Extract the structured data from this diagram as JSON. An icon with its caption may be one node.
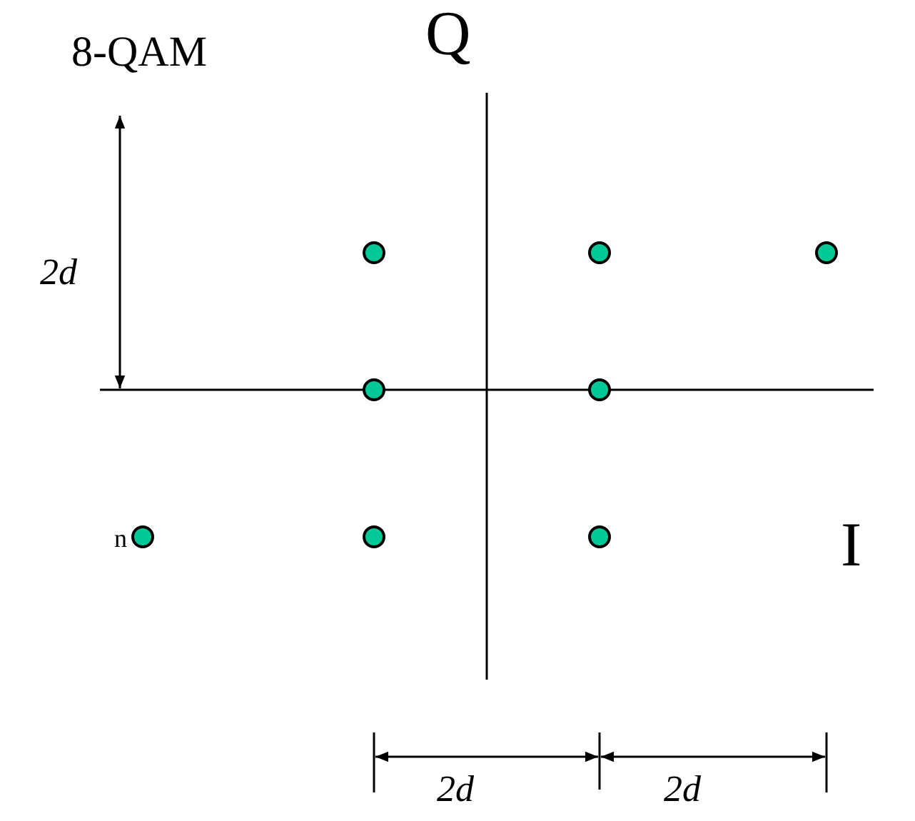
{
  "diagram": {
    "labels": [
      "8-QAM",
      "Q",
      "2d",
      "n",
      "I",
      "2d",
      "2d"
    ]
  }
}
